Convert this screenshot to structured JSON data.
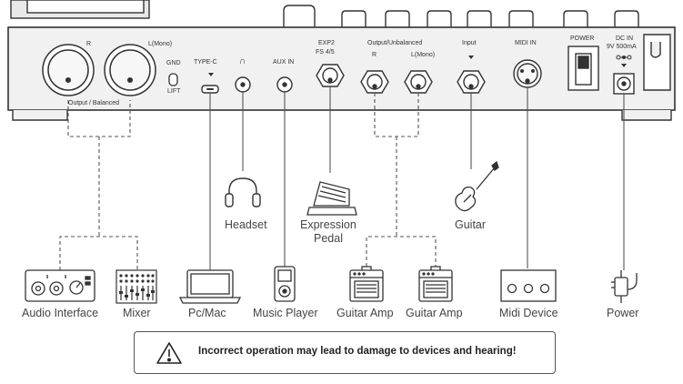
{
  "panel": {
    "out_r": "R",
    "out_l": "L(Mono)",
    "out_balanced": "Output / Balanced",
    "gnd": "GND",
    "lift": "LIFT",
    "typec": "TYPE-C",
    "phones": "∩",
    "auxin": "AUX IN",
    "exp2": "EXP2",
    "fs45": "FS 4/5",
    "out_unbal": "Output/Unbalanced",
    "unbal_r": "R",
    "unbal_l": "L(Mono)",
    "input": "Input",
    "midiin": "MIDI IN",
    "power": "POWER",
    "dcin": "DC IN",
    "dcspec": "9V 500mA"
  },
  "devices": {
    "headset": "Headset",
    "expression1": "Expression",
    "expression2": "Pedal",
    "guitar": "Guitar",
    "audio_interface": "Audio Interface",
    "mixer": "Mixer",
    "pcmac": "Pc/Mac",
    "music_player": "Music Player",
    "guitar_amp_1": "Guitar Amp",
    "guitar_amp_2": "Guitar Amp",
    "midi_device": "Midi Device",
    "power": "Power"
  },
  "warning": {
    "text": "Incorrect operation may lead to damage to devices and hearing!",
    "icon": "warning-triangle-icon"
  }
}
